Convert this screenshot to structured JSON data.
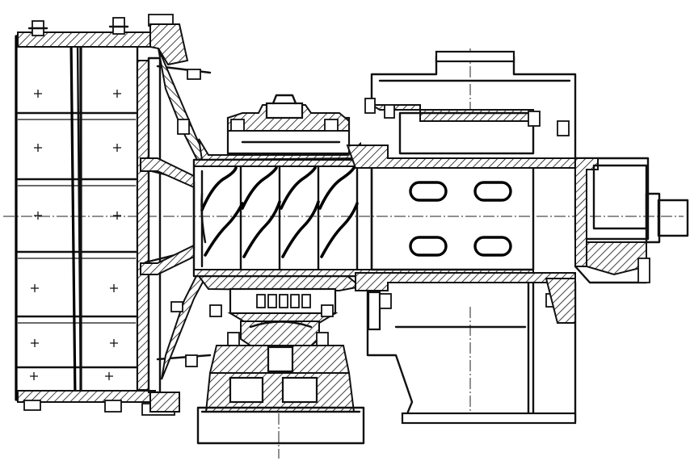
{
  "drawing": {
    "background": "#ffffff",
    "ink": "#111111",
    "components": [
      "drum-grid-screen",
      "end-flange",
      "conical-feed-hood",
      "screw-shaft-with-blades",
      "perforated-drum",
      "upper-bearing-housing",
      "lower-bearing-housing",
      "support-pedestal",
      "outlet-casing",
      "drive-shaft",
      "centerline"
    ]
  }
}
